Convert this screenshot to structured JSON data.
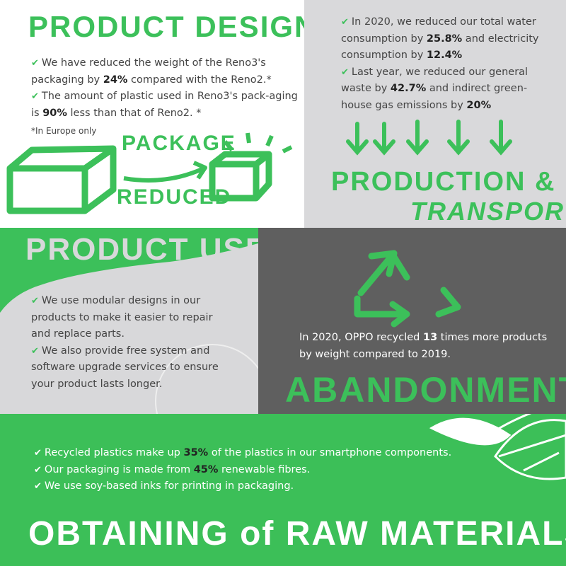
{
  "colors": {
    "green": "#3cc05a",
    "light_gray": "#d9d9db",
    "dark_gray": "#5f5f5f",
    "text": "#444444"
  },
  "product_design": {
    "title": "PRODUCT DESIGN",
    "bullets": [
      [
        {
          "t": "We have reduced the weight of the Reno3's packaging by "
        },
        {
          "t": "24%",
          "b": true
        },
        {
          "t": " compared with the Reno2.*"
        }
      ],
      [
        {
          "t": "The amount of plastic used in Reno3's pack-aging is "
        },
        {
          "t": "90%",
          "b": true
        },
        {
          "t": " less than that of Reno2. *"
        }
      ]
    ],
    "footnote": "*In Europe only",
    "label_top": "PACKAGE",
    "label_bottom": "REDUCED"
  },
  "production": {
    "bullets": [
      [
        {
          "t": "In 2020, we reduced our total water consumption by "
        },
        {
          "t": "25.8%",
          "b": true
        },
        {
          "t": " and electricity consumption by "
        },
        {
          "t": "12.4%",
          "b": true
        }
      ],
      [
        {
          "t": "Last year, we reduced our general waste by "
        },
        {
          "t": "42.7%",
          "b": true
        },
        {
          "t": " and indirect green-house gas emissions by "
        },
        {
          "t": "20%",
          "b": true
        }
      ]
    ],
    "title_line1": "PRODUCTION &",
    "title_line2": "TRANSPORT"
  },
  "product_use": {
    "title": "PRODUCT USE",
    "bullets": [
      [
        {
          "t": "We use modular designs in our products to make it easier to repair and replace parts."
        }
      ],
      [
        {
          "t": "We also provide free system and software upgrade services to ensure your product lasts longer."
        }
      ]
    ]
  },
  "abandonment": {
    "text": [
      {
        "t": "In 2020, OPPO recycled "
      },
      {
        "t": "13",
        "b": true
      },
      {
        "t": " times more products by weight compared to 2019."
      }
    ],
    "title": "ABANDONMENT"
  },
  "raw_materials": {
    "bullets": [
      [
        {
          "t": "Recycled plastics make up "
        },
        {
          "t": "35%",
          "b": true
        },
        {
          "t": " of the plastics in our smartphone components."
        }
      ],
      [
        {
          "t": "Our packaging is made from "
        },
        {
          "t": "45%",
          "b": true
        },
        {
          "t": " renewable fibres."
        }
      ],
      [
        {
          "t": "We use soy-based inks for printing in packaging."
        }
      ]
    ],
    "title": "OBTAINING of RAW MATERIALS"
  },
  "icons": {
    "bullet": "checkmark-icon",
    "check_glyph": "✔"
  }
}
